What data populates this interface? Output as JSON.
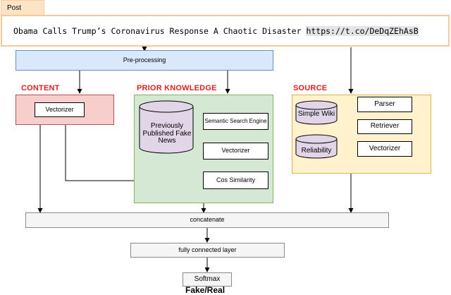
{
  "post": {
    "tab_label": "Post",
    "headline": "Obama Calls Trump’s Coronavirus Response A Chaotic Disaster",
    "link": "https://t.co/DeDqZEhAsB"
  },
  "preprocessing": {
    "label": "Pre-processing"
  },
  "content": {
    "title": "CONTENT",
    "vectorizer": "Vectorizer"
  },
  "prior_knowledge": {
    "title": "PRIOR KNOWLEDGE",
    "database": "Previously Published Fake News",
    "semantic_search": "Semantic Search Engine",
    "vectorizer": "Vectorizer",
    "cos_similarity": "Cos Similarity"
  },
  "source": {
    "title": "SOURCE",
    "simple_wiki": "Simple Wiki",
    "reliability": "Reliability",
    "parser": "Parser",
    "retriever": "Retriever",
    "vectorizer": "Vectorizer"
  },
  "concatenate": {
    "label": "concatenate"
  },
  "fully_connected": {
    "label": "fully connected layer"
  },
  "softmax": {
    "label": "Softmax"
  },
  "output": {
    "label": "Fake/Real"
  },
  "colors": {
    "post_border": "#f7c99a",
    "post_tab": "#fde4c6",
    "preprocessing_fill": "#dae8fc",
    "preprocessing_border": "#6c8ebf",
    "content_fill": "#f8cecc",
    "content_border": "#b85450",
    "prior_fill": "#d5e8d4",
    "prior_border": "#82b366",
    "source_fill": "#fff2cc",
    "source_border": "#d6b656",
    "db_fill": "#e1d5e7",
    "section_title": "#e02020"
  }
}
